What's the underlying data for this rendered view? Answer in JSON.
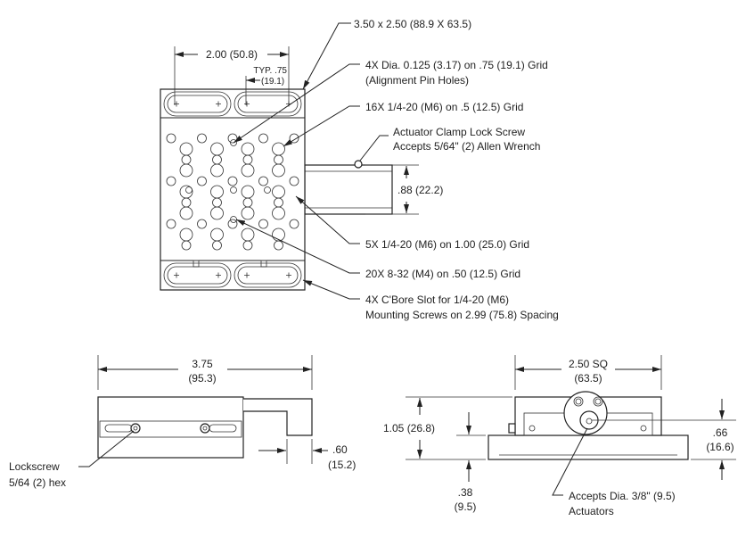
{
  "top_view": {
    "overall_size": "3.50 x 2.50 (88.9 X 63.5)",
    "slot_spacing": "2.00 (50.8)",
    "typ_label": "TYP. .75",
    "typ_metric": "(19.1)",
    "pin_holes_line1": "4X  Dia. 0.125 (3.17) on .75 (19.1) Grid",
    "pin_holes_line2": "(Alignment Pin Holes)",
    "m6_holes": "16X  1/4-20 (M6) on .5 (12.5) Grid",
    "clamp_line1": "Actuator Clamp Lock Screw",
    "clamp_line2": "Accepts 5/64\" (2) Allen Wrench",
    "rail_height": ".88 (22.2)",
    "m6_large": "5X  1/4-20 (M6) on 1.00 (25.0) Grid",
    "m4_holes": "20X  8-32 (M4) on .50 (12.5) Grid",
    "cbore_line1": "4X  C'Bore Slot for 1/4-20 (M6)",
    "cbore_line2": "Mounting Screws on 2.99 (75.8) Spacing"
  },
  "side_view": {
    "length": "3.75",
    "length_metric": "(95.3)",
    "travel": ".60",
    "travel_metric": "(15.2)",
    "lockscrew_line1": "Lockscrew",
    "lockscrew_line2": "5/64 (2) hex"
  },
  "end_view": {
    "width": "2.50 SQ",
    "width_metric": "(63.5)",
    "height": "1.05 (26.8)",
    "base": ".38",
    "base_metric": "(9.5)",
    "axis_height": ".66",
    "axis_height_metric": "(16.6)",
    "actuator_line1": "Accepts Dia. 3/8\" (9.5)",
    "actuator_line2": "Actuators"
  }
}
